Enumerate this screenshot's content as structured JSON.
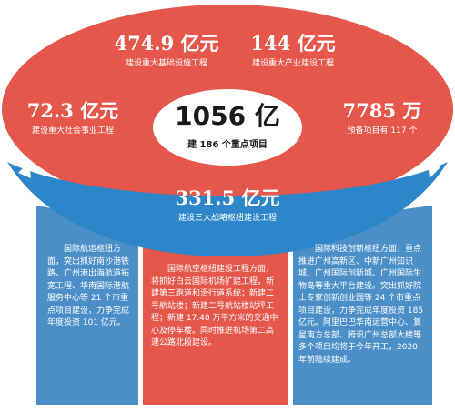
{
  "headline": {
    "value": "1056 亿",
    "label": "建 186 个重点项目"
  },
  "stats": [
    {
      "value": "474.9 亿元",
      "label": "建设重大基础设施工程"
    },
    {
      "value": "144 亿元",
      "label": "建设重大产业建设工程"
    },
    {
      "value": "72.3 亿元",
      "label": "建设重大社会事业工程"
    },
    {
      "value": "7785 万",
      "label": "预备项目有 117 个"
    }
  ],
  "strategic": {
    "value": "331.5 亿元",
    "label": "建设三大战略枢纽建设工程"
  },
  "panels": [
    {
      "text": "国际航运枢纽方面，突出抓好南沙港铁路、广州港出海航道拓宽工程、华南国际港航服务中心等 21 个市重点项目建设，力争完成年度投资 101 亿元。"
    },
    {
      "text": "国际航空枢纽建设工程方面，将抓好白云国际机场扩建工程，新建第三跑道和滑行道系统；新建二号航站楼；新建二号航站楼站坪工程；新建 17.48 万平方米的交通中心及停车楼。同时推进机场第二高速公路北段建设。"
    },
    {
      "text": "国际科技创新枢纽方面，重点推进广州高新区、中新广州知识城、广州国际创新城、广州国际生物岛等重大平台建设。突出抓好院士专家创新创业园等 24 个市重点项目建设，力争完成年度投资 185 亿元。阿里巴巴华南运营中心、复星南方总部、腾讯广州总部大楼等多个项目均将于今年开工，2020 年前陆续建成。"
    }
  ],
  "colors": {
    "red_top": "#e4574a",
    "red_panel": "#e4574a",
    "blue": "#2d86c9",
    "blue_panel": "#4b8fc8",
    "center_circle": "#ffffff"
  }
}
